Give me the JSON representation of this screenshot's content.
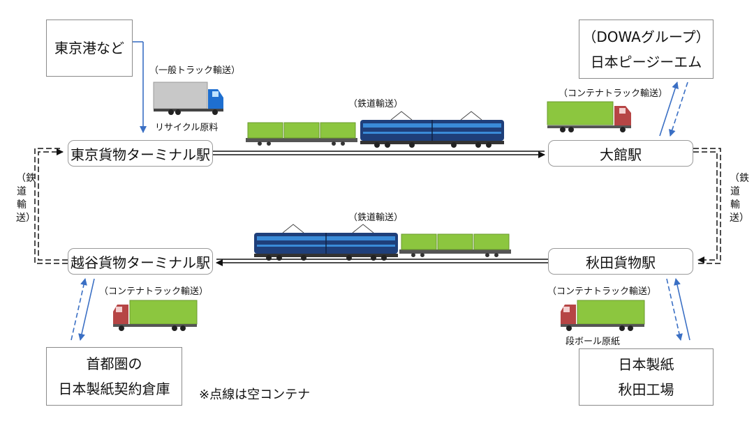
{
  "boxes": {
    "tokyo_port": "東京港など",
    "dowa_line1": "（DOWAグループ）",
    "dowa_line2": "日本ピージーエム",
    "warehouse_line1": "首都圏の",
    "warehouse_line2": "日本製紙契約倉庫",
    "mill_line1": "日本製紙",
    "mill_line2": "秋田工場"
  },
  "stations": {
    "tokyo_terminal": "東京貨物ターミナル駅",
    "odate": "大館駅",
    "koshigaya_terminal": "越谷貨物ターミナル駅",
    "akita": "秋田貨物駅"
  },
  "labels": {
    "general_truck": "（一般トラック輸送）",
    "recycle_material": "リサイクル原料",
    "rail_top": "（鉄道輸送）",
    "rail_bottom": "（鉄道輸送）",
    "container_truck_odate": "（コンテナトラック輸送）",
    "container_truck_koshigaya": "（コンテナトラック輸送）",
    "container_truck_akita": "（コンテナトラック輸送）",
    "cardboard_material": "段ボール原紙",
    "rail_left_vertical": "（鉄道輸送）",
    "rail_right_vertical": "（鉄道輸送）",
    "note": "※点線は空コンテナ"
  },
  "colors": {
    "container_green": "#8cc63f",
    "locomotive_blue": "#1f3f7a",
    "arrow_blue": "#3a6fc4",
    "cab_blue": "#1e6fd0",
    "cab_red": "#b64545",
    "trailer_gray": "#c8c8c8"
  }
}
